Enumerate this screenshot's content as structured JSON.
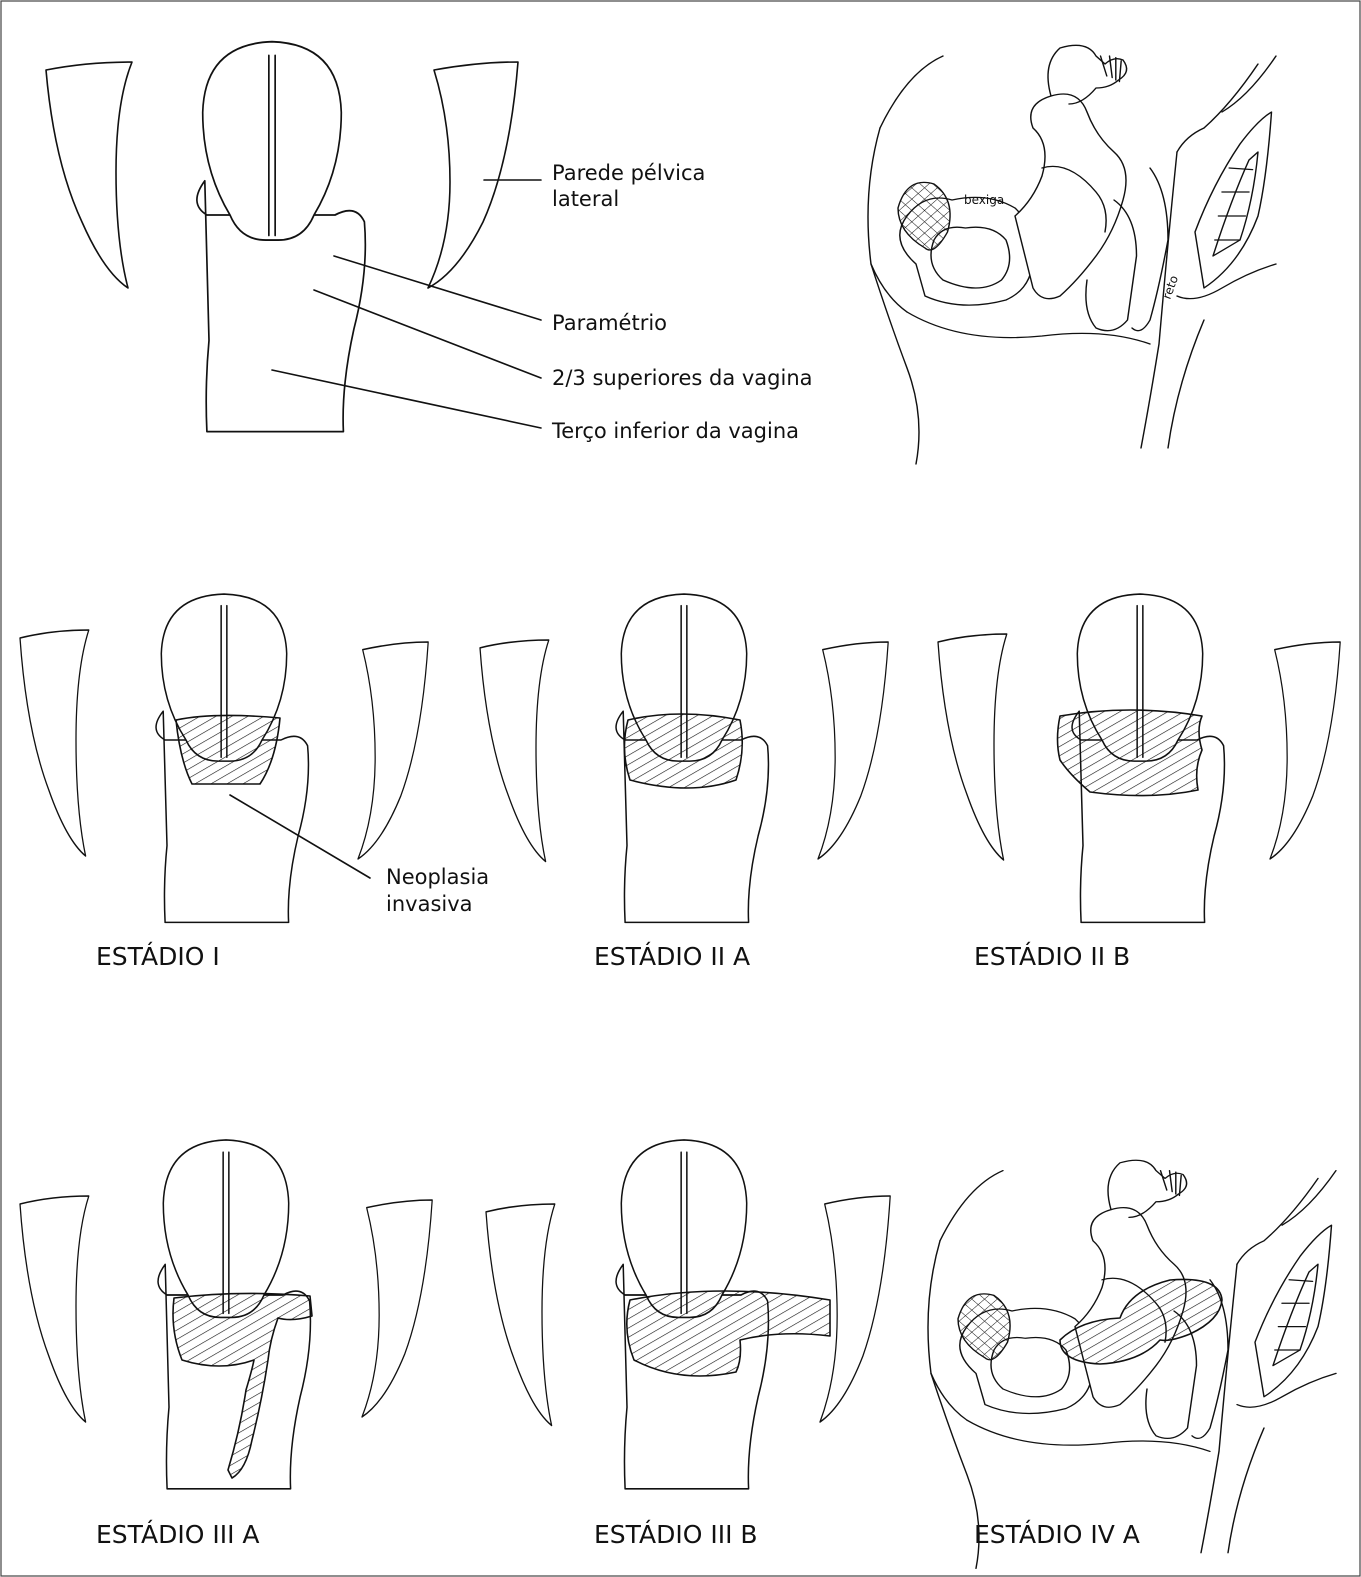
{
  "labels": {
    "parede_pelvica_l1": "Parede pélvica",
    "parede_pelvica_l2": "lateral",
    "parametrio": "Paramétrio",
    "vagina_superior": "2/3 superiores da vagina",
    "vagina_inferior": "Terço inferior da vagina",
    "bexiga": "bexiga",
    "reto": "reto",
    "neoplasia_l1": "Neoplasia",
    "neoplasia_l2": "invasiva"
  },
  "stages": {
    "s1": "ESTÁDIO I",
    "s2a": "ESTÁDIO II A",
    "s2b": "ESTÁDIO II B",
    "s3a": "ESTÁDIO III A",
    "s3b": "ESTÁDIO III B",
    "s4a": "ESTÁDIO IV A"
  }
}
